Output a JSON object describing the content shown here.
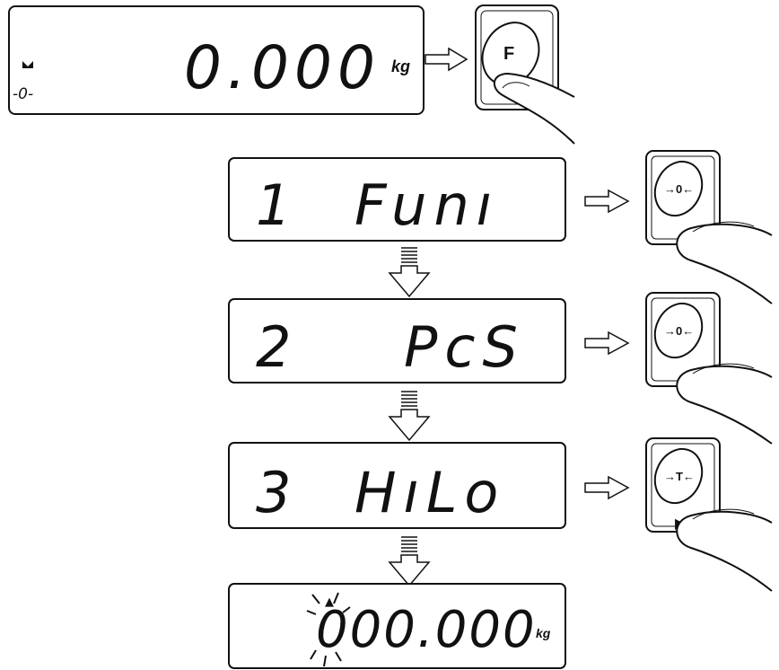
{
  "display_top": {
    "value": "0.000",
    "unit": "kg",
    "stable_marker": "stable-indicator",
    "zero_marker": "-0-"
  },
  "key_f": {
    "label": "F"
  },
  "menu": [
    {
      "number": "1",
      "name": "Funı"
    },
    {
      "number": "2",
      "name": "PcS"
    },
    {
      "number": "3",
      "name": "HıLo"
    }
  ],
  "keys": [
    {
      "label": "→0←",
      "icon": "zero-key"
    },
    {
      "label": "→0←",
      "icon": "zero-key"
    },
    {
      "label": "→T←",
      "icon": "tare-key",
      "marker": "▶"
    }
  ],
  "display_bottom": {
    "value": "000.000",
    "unit": "kg",
    "cursor": "▲"
  },
  "colors": {
    "line": "#111111",
    "arrow_fill": "#ffffff"
  }
}
